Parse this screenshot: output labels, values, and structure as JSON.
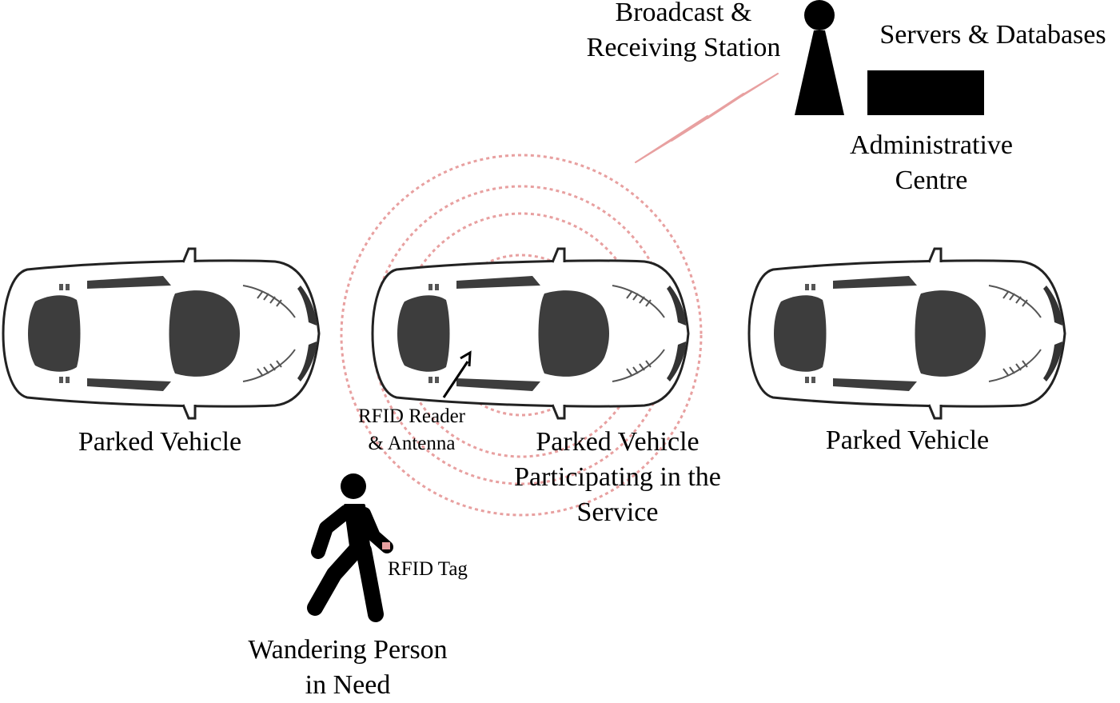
{
  "station": {
    "lines": [
      "Broadcast &",
      "Receiving Station"
    ]
  },
  "servers": {
    "label": "Servers & Databases"
  },
  "admin": {
    "lines": [
      "Administrative",
      "Centre"
    ]
  },
  "vehicles": {
    "left": {
      "label": "Parked Vehicle"
    },
    "center": {
      "lines": [
        "Parked Vehicle",
        "Participating in the",
        "Service"
      ]
    },
    "right": {
      "label": "Parked Vehicle"
    }
  },
  "reader": {
    "lines": [
      "RFID Reader",
      "& Antenna"
    ]
  },
  "tag": {
    "label": "RFID Tag"
  },
  "person": {
    "lines": [
      "Wandering Person",
      "in Need"
    ]
  },
  "colors": {
    "signal": "#e8a0a0",
    "ink": "#000000",
    "car_glass": "#3d3d3d",
    "car_body": "#ffffff"
  }
}
